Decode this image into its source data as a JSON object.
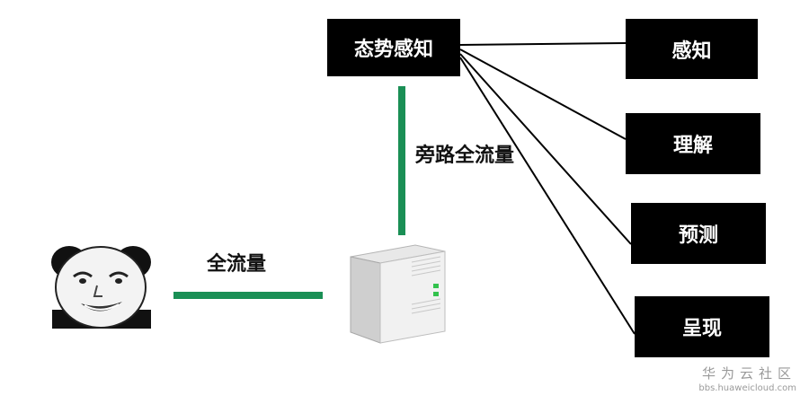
{
  "hub": {
    "label": "态势感知"
  },
  "outputs": [
    {
      "label": "感知"
    },
    {
      "label": "理解"
    },
    {
      "label": "预测"
    },
    {
      "label": "呈现"
    }
  ],
  "links": {
    "bypass_label": "旁路全流量",
    "full_label": "全流量"
  },
  "icons": {
    "user": "panda-meme-face-icon",
    "server": "server-tower-icon"
  },
  "colors": {
    "link": "#1a8f55",
    "box": "#000000",
    "box_text": "#ffffff"
  },
  "watermark": {
    "title": "华为云社区",
    "url": "bbs.huaweicloud.com"
  }
}
